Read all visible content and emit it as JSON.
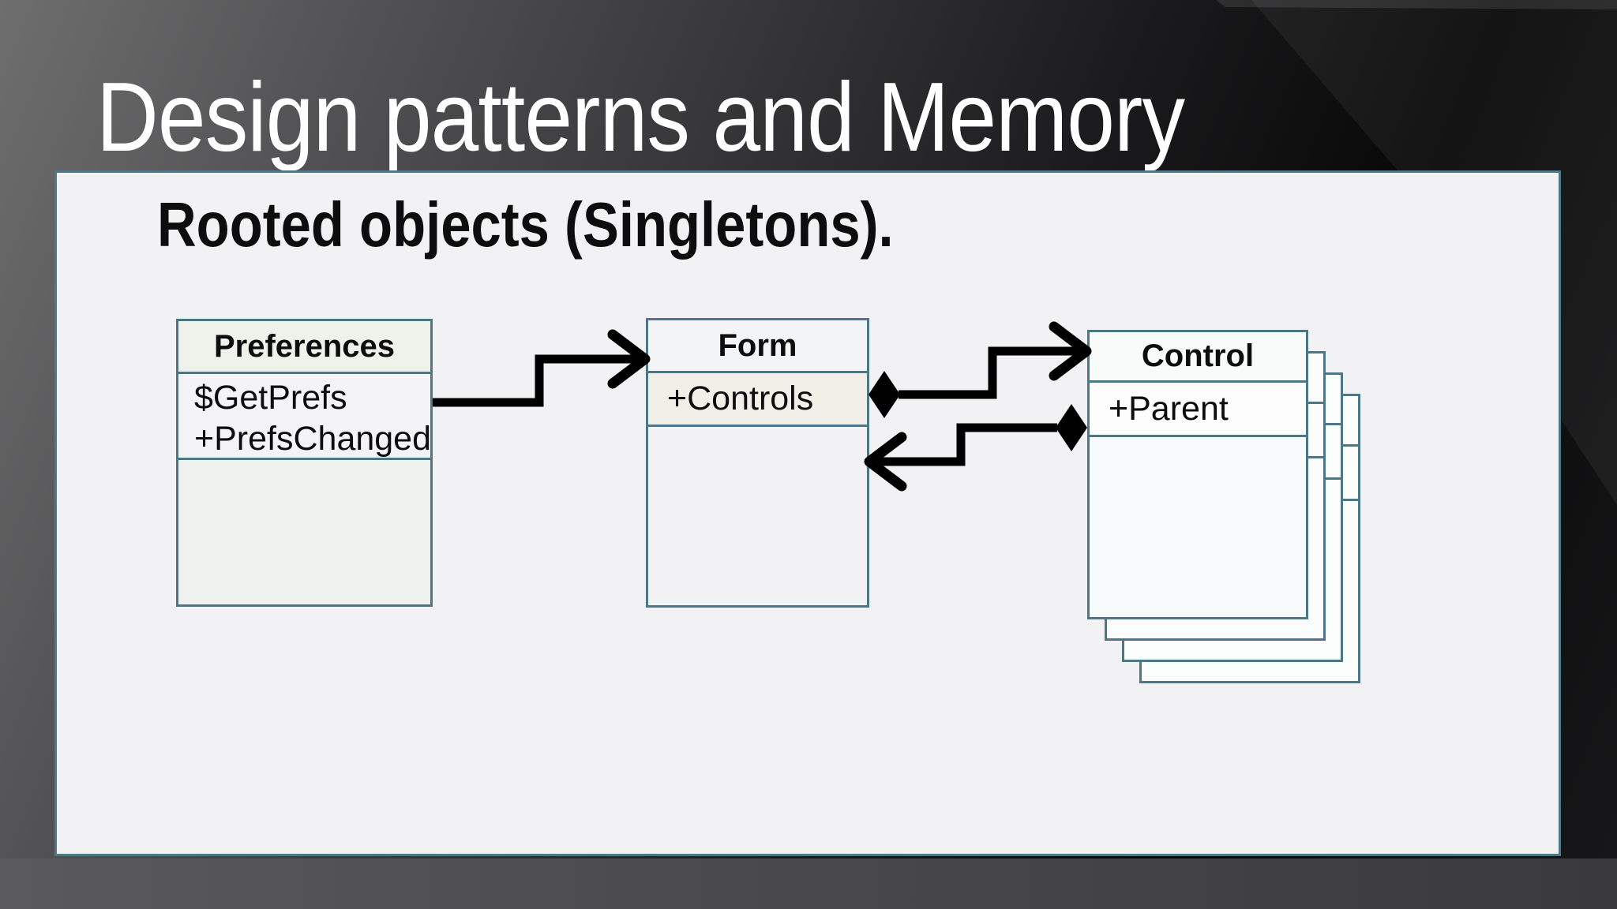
{
  "slide": {
    "title": "Design patterns and Memory",
    "heading": "Rooted objects (Singletons)."
  },
  "colors": {
    "background_dark": "#3a3a3c",
    "panel_bg": "#f2f1f4",
    "panel_border": "#4e7887",
    "box_border": "#4d7786",
    "connector": "#000000",
    "title_text": "#ffffff",
    "body_text": "#0d0d0d"
  },
  "diagram": {
    "classes": [
      {
        "id": "preferences",
        "name": "Preferences",
        "members": [
          "$GetPrefs",
          "+PrefsChanged"
        ]
      },
      {
        "id": "form",
        "name": "Form",
        "members": [
          "+Controls"
        ]
      },
      {
        "id": "control",
        "name": "Control",
        "members": [
          "+Parent"
        ]
      }
    ],
    "relationships": [
      {
        "from": "Preferences",
        "to": "Form",
        "type": "elbow-arrow"
      },
      {
        "from": "Form",
        "to": "Control",
        "type": "composition-diamond-arrow"
      },
      {
        "from": "Control",
        "to": "Form",
        "type": "composition-diamond-arrow"
      }
    ],
    "control_stack_count": 4
  }
}
